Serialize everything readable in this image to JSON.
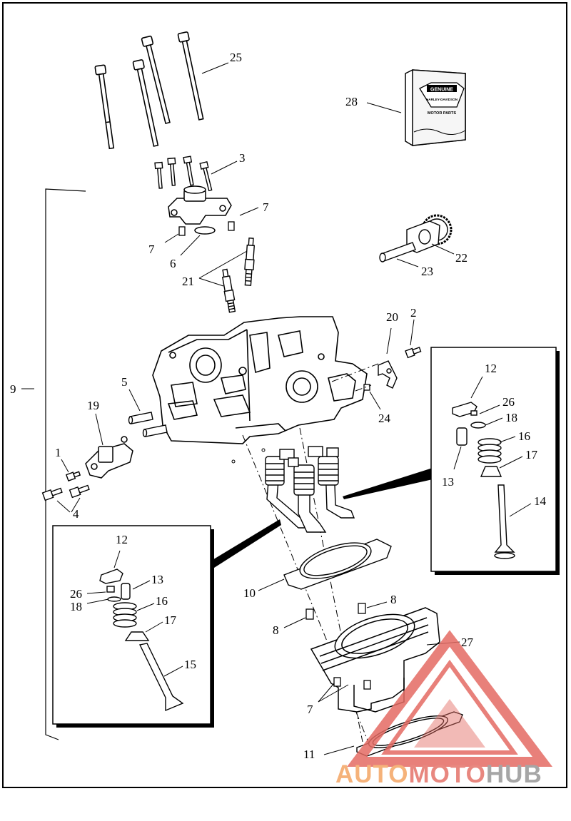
{
  "callouts": {
    "c1": "1",
    "c2": "2",
    "c3": "3",
    "c4": "4",
    "c5": "5",
    "c6": "6",
    "c7a": "7",
    "c7b": "7",
    "c7c": "7",
    "c8a": "8",
    "c8b": "8",
    "c9": "9",
    "c10": "10",
    "c11": "11",
    "c12a": "12",
    "c12b": "12",
    "c13a": "13",
    "c13b": "13",
    "c14": "14",
    "c15": "15",
    "c16a": "16",
    "c16b": "16",
    "c17a": "17",
    "c17b": "17",
    "c18a": "18",
    "c18b": "18",
    "c19": "19",
    "c20": "20",
    "c21": "21",
    "c22": "22",
    "c23": "23",
    "c24": "24",
    "c25": "25",
    "c26a": "26",
    "c26b": "26",
    "c27": "27",
    "c28": "28"
  },
  "product_box": {
    "brand_top": "GENUINE",
    "brand_mid": "HARLEY-DAVIDSON",
    "brand_bottom": "MOTOR PARTS"
  },
  "watermark": {
    "word_auto": "AUTO",
    "word_moto": "MOTO",
    "word_hub": "HUB",
    "color_auto": "#f5b27a",
    "color_moto": "#e8877f",
    "color_hub": "#a6a6a6",
    "color_logo": "#e46b63"
  }
}
